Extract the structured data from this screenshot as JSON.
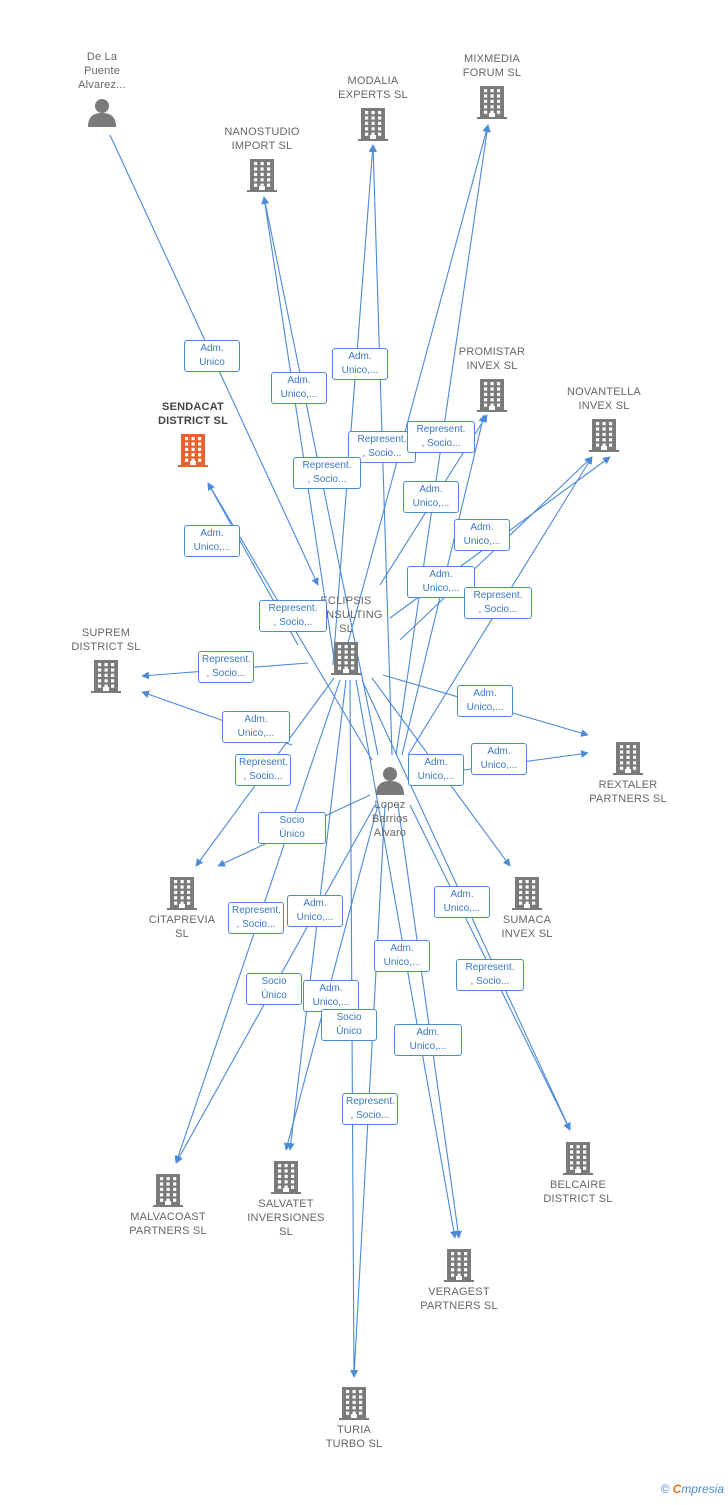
{
  "nodes": [
    {
      "id": "de-la-puente",
      "type": "person",
      "label": "De La\nPuente\nAlvarez..."
    },
    {
      "id": "modalia",
      "type": "company",
      "label": "MODALIA\nEXPERTS  SL"
    },
    {
      "id": "mixmedia",
      "type": "company",
      "label": "MIXMEDIA\nFORUM  SL"
    },
    {
      "id": "nanostudio",
      "type": "company",
      "label": "NANOSTUDIO\nIMPORT  SL"
    },
    {
      "id": "promistar",
      "type": "company",
      "label": "PROMISTAR\nINVEX  SL"
    },
    {
      "id": "novantella",
      "type": "company",
      "label": "NOVANTELLA\nINVEX  SL"
    },
    {
      "id": "sendacat",
      "type": "company",
      "label": "SENDACAT\nDISTRICT  SL",
      "highlight": true
    },
    {
      "id": "eclipsis",
      "type": "company",
      "label": "ECLIPSIS\nCONSULTING\nSL"
    },
    {
      "id": "suprem",
      "type": "company",
      "label": "SUPREM\nDISTRICT  SL"
    },
    {
      "id": "rextaler",
      "type": "company",
      "label": "REXTALER\nPARTNERS  SL"
    },
    {
      "id": "lopez",
      "type": "person",
      "label": "Lopez\nBarrios\nAlvaro"
    },
    {
      "id": "citaprevia",
      "type": "company",
      "label": "CITAPREVIA\nSL"
    },
    {
      "id": "sumaca",
      "type": "company",
      "label": "SUMACA\nINVEX  SL"
    },
    {
      "id": "malvacoast",
      "type": "company",
      "label": "MALVACOAST\nPARTNERS  SL"
    },
    {
      "id": "salvatet",
      "type": "company",
      "label": "SALVATET\nINVERSIONES\nSL"
    },
    {
      "id": "belcaire",
      "type": "company",
      "label": "BELCAIRE\nDISTRICT  SL"
    },
    {
      "id": "veragest",
      "type": "company",
      "label": "VERAGEST\nPARTNERS  SL"
    },
    {
      "id": "turia",
      "type": "company",
      "label": "TURIA\nTURBO  SL"
    }
  ],
  "edge_labels": [
    {
      "text": "Adm.\nUnico"
    },
    {
      "text": "Adm.\nUnico,..."
    },
    {
      "text": "Adm.\nUnico,..."
    },
    {
      "text": "Adm.\nUnico,..."
    },
    {
      "text": "Represent.\n, Socio..."
    },
    {
      "text": "Represent.\n, Socio..."
    },
    {
      "text": "Represent.\n, Socio..."
    },
    {
      "text": "Adm.\nUnico,..."
    },
    {
      "text": "Adm.\nUnico,..."
    },
    {
      "text": "Adm.\nUnico,..."
    },
    {
      "text": "Represent.\n, Socio..."
    },
    {
      "text": "Represent.\n, Socio..."
    },
    {
      "text": "Represent.\n, Socio..."
    },
    {
      "text": "Adm.\nUnico,..."
    },
    {
      "text": "Adm.\nUnico,..."
    },
    {
      "text": "Represent.\n, Socio..."
    },
    {
      "text": "Adm.\nUnico,..."
    },
    {
      "text": "Adm.\nUnico,..."
    },
    {
      "text": "Socio\nÚnico"
    },
    {
      "text": "Represent.\n, Socio..."
    },
    {
      "text": "Adm.\nUnico,..."
    },
    {
      "text": "Adm.\nUnico,..."
    },
    {
      "text": "Adm.\nUnico,..."
    },
    {
      "text": "Socio\nÚnico"
    },
    {
      "text": "Represent.\n, Socio..."
    },
    {
      "text": "Adm.\nUnico,..."
    },
    {
      "text": "Socio\nÚnico"
    },
    {
      "text": "Adm.\nUnico,..."
    },
    {
      "text": "Represent.\n, Socio..."
    },
    {
      "text": "Socio\nÚnico"
    }
  ],
  "footer": {
    "copyright": "©",
    "brand_initial": "C",
    "brand_rest": "mpresia"
  },
  "colors": {
    "edge": "#4a8ad8",
    "company_icon": "#7a7a7a",
    "highlight_icon": "#e8622c",
    "person_icon": "#7a7a7a"
  }
}
